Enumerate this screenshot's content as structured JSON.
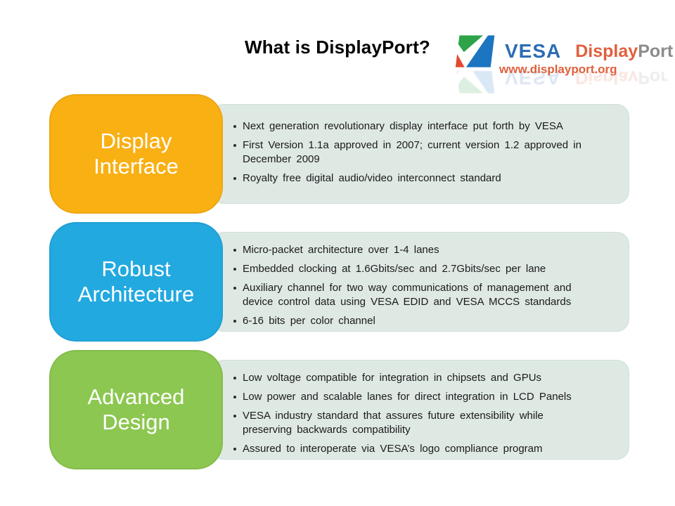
{
  "slide": {
    "title": "What is DisplayPort?"
  },
  "logo": {
    "vesa_text": "VESA",
    "display_text": "Display",
    "port_text": "Port",
    "url": "www.displayport.org",
    "colors": {
      "vesa_blue": "#2D6CB3",
      "display_orange": "#E0603C",
      "port_gray": "#8C8C8C",
      "url_orange": "#E0603C",
      "icon_green": "#2EA348",
      "icon_blue": "#1B75C0",
      "icon_red": "#E2492F"
    }
  },
  "panel_color": "#DFE9E4",
  "sections": [
    {
      "label": "Display Interface",
      "color": "#F9B013",
      "bullets": [
        "Next generation revolutionary display interface put forth by VESA",
        "First Version 1.1a approved in 2007; current version 1.2 approved in December 2009",
        "Royalty free digital audio/video interconnect standard"
      ]
    },
    {
      "label": "Robust Architecture",
      "color": "#22A9E0",
      "bullets": [
        "Micro-packet architecture over 1-4 lanes",
        "Embedded clocking at 1.6Gbits/sec and 2.7Gbits/sec per lane",
        "Auxiliary channel for two way communications of management and device control data using VESA EDID and VESA MCCS standards",
        "6-16 bits per color channel"
      ]
    },
    {
      "label": "Advanced Design",
      "color": "#8CC751",
      "bullets": [
        "Low voltage compatible for integration in chipsets and GPUs",
        "Low power and scalable lanes for direct integration in LCD Panels",
        "VESA industry standard that assures future extensibility while preserving backwards compatibility",
        "Assured to interoperate via VESA’s logo compliance program"
      ]
    }
  ]
}
